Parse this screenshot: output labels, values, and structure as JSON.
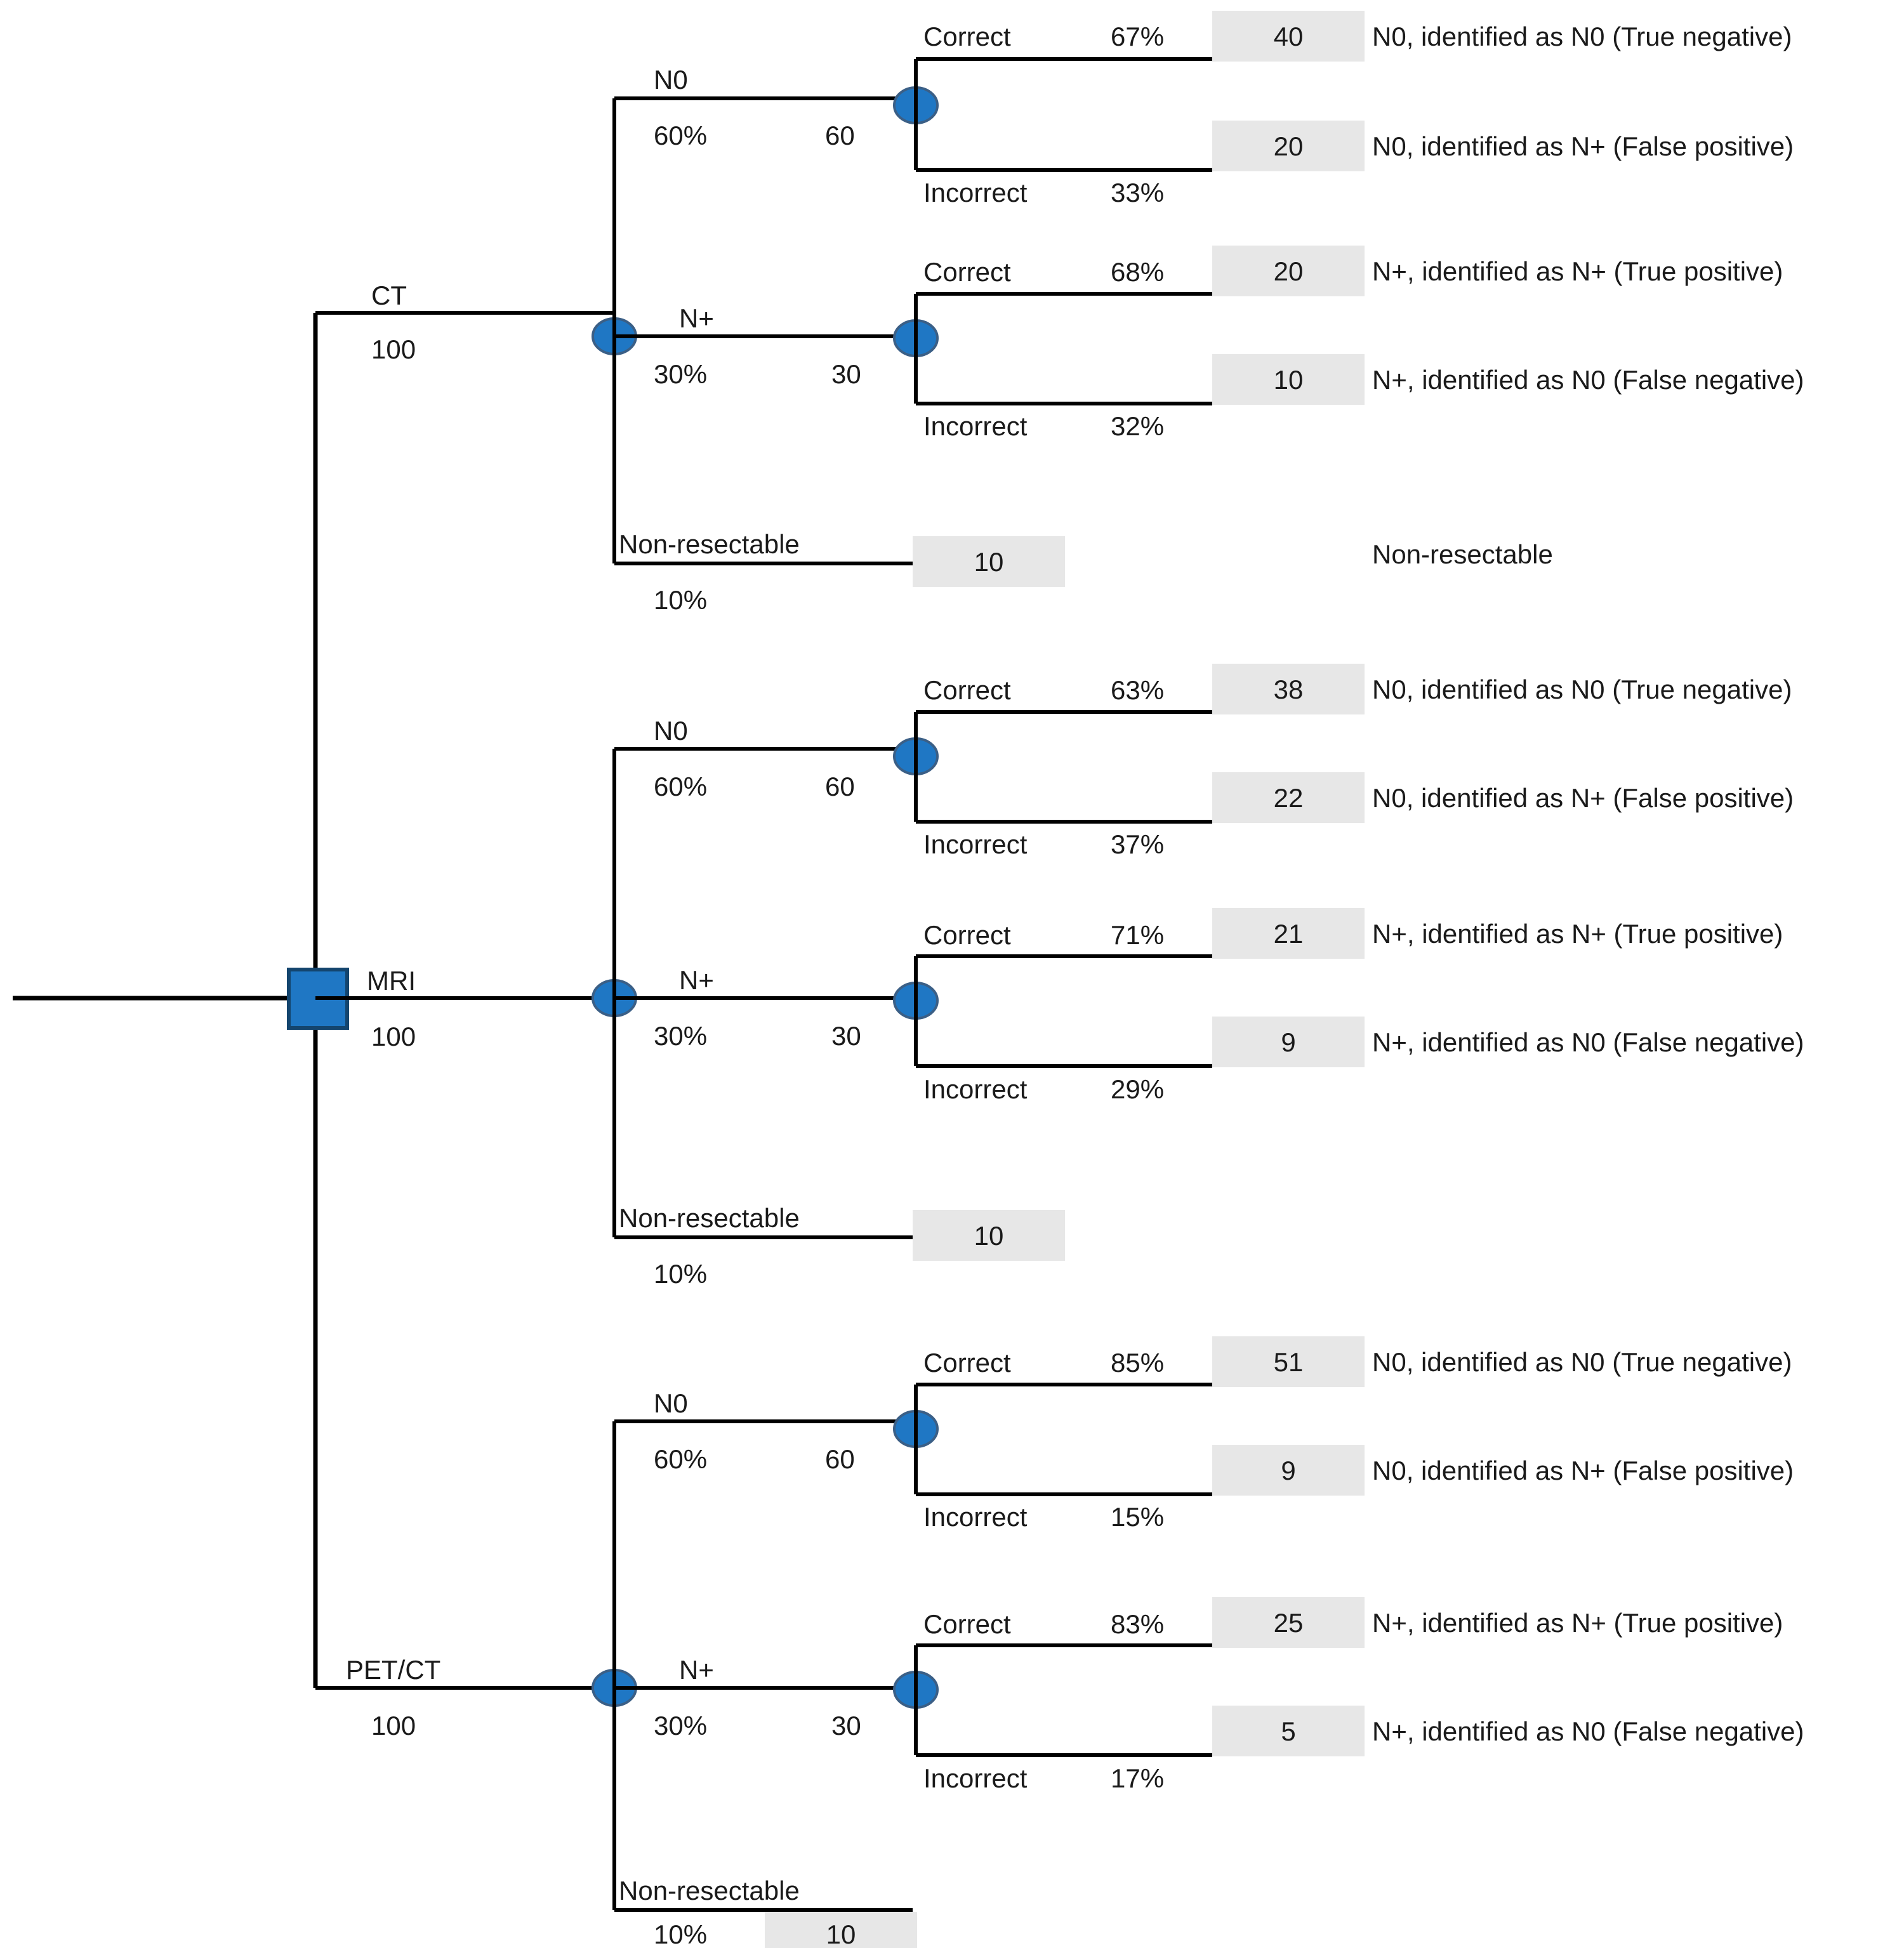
{
  "diagram": {
    "type": "decision-tree",
    "title": "",
    "root": {
      "label": "",
      "node_type": "decision"
    },
    "colors": {
      "node_blue": "#1f77c4",
      "value_box_grey": "#e7e7e7",
      "line_black": "#000000",
      "text": "#1a1a1a"
    },
    "labels": {
      "correct": "Correct",
      "incorrect": "Incorrect",
      "n0": "N0",
      "nplus": "N+",
      "non_resectable": "Non-resectable",
      "pct_60": "60%",
      "pct_30": "30%",
      "pct_10": "10%",
      "cnt_60": "60",
      "cnt_30": "30",
      "cnt_10": "10",
      "cnt_100": "100"
    },
    "payoffs": {
      "true_negative": "N0, identified as N0 (True negative)",
      "false_positive": "N0, identified as N+ (False positive)",
      "true_positive": "N+, identified as N+ (True positive)",
      "false_negative": "N+, identified as N0 (False negative)",
      "non_resectable": "Non-resectable"
    },
    "strategies": [
      {
        "name": "CT",
        "count": "100",
        "branches": [
          {
            "stage": "N0",
            "prob": "60%",
            "count": "60",
            "outcomes": [
              {
                "label": "Correct",
                "prob": "67%",
                "value": "40",
                "payoff": "N0, identified as N0 (True negative)"
              },
              {
                "label": "Incorrect",
                "prob": "33%",
                "value": "20",
                "payoff": "N0, identified as N+ (False positive)"
              }
            ]
          },
          {
            "stage": "N+",
            "prob": "30%",
            "count": "30",
            "outcomes": [
              {
                "label": "Correct",
                "prob": "68%",
                "value": "20",
                "payoff": "N+, identified as N+ (True positive)"
              },
              {
                "label": "Incorrect",
                "prob": "32%",
                "value": "10",
                "payoff": "N+, identified as N0 (False negative)"
              }
            ]
          },
          {
            "stage": "Non-resectable",
            "prob": "10%",
            "count": "",
            "outcomes": [
              {
                "label": "",
                "prob": "",
                "value": "10",
                "payoff": "Non-resectable"
              }
            ]
          }
        ]
      },
      {
        "name": "MRI",
        "count": "100",
        "branches": [
          {
            "stage": "N0",
            "prob": "60%",
            "count": "60",
            "outcomes": [
              {
                "label": "Correct",
                "prob": "63%",
                "value": "38",
                "payoff": "N0, identified as N0 (True negative)"
              },
              {
                "label": "Incorrect",
                "prob": "37%",
                "value": "22",
                "payoff": "N0, identified as N+ (False positive)"
              }
            ]
          },
          {
            "stage": "N+",
            "prob": "30%",
            "count": "30",
            "outcomes": [
              {
                "label": "Correct",
                "prob": "71%",
                "value": "21",
                "payoff": "N+, identified as N+ (True positive)"
              },
              {
                "label": "Incorrect",
                "prob": "29%",
                "value": "9",
                "payoff": "N+, identified as N0 (False negative)"
              }
            ]
          },
          {
            "stage": "Non-resectable",
            "prob": "10%",
            "count": "",
            "outcomes": [
              {
                "label": "",
                "prob": "",
                "value": "10",
                "payoff": ""
              }
            ]
          }
        ]
      },
      {
        "name": "PET/CT",
        "count": "100",
        "branches": [
          {
            "stage": "N0",
            "prob": "60%",
            "count": "60",
            "outcomes": [
              {
                "label": "Correct",
                "prob": "85%",
                "value": "51",
                "payoff": "N0, identified as N0 (True negative)"
              },
              {
                "label": "Incorrect",
                "prob": "15%",
                "value": "9",
                "payoff": "N0, identified as N+ (False positive)"
              }
            ]
          },
          {
            "stage": "N+",
            "prob": "30%",
            "count": "30",
            "outcomes": [
              {
                "label": "Correct",
                "prob": "83%",
                "value": "25",
                "payoff": "N+, identified as N+ (True positive)"
              },
              {
                "label": "Incorrect",
                "prob": "17%",
                "value": "5",
                "payoff": "N+, identified as N0 (False negative)"
              }
            ]
          },
          {
            "stage": "Non-resectable",
            "prob": "10%",
            "count": "",
            "outcomes": [
              {
                "label": "",
                "prob": "",
                "value": "10",
                "payoff": ""
              }
            ]
          }
        ]
      }
    ]
  }
}
